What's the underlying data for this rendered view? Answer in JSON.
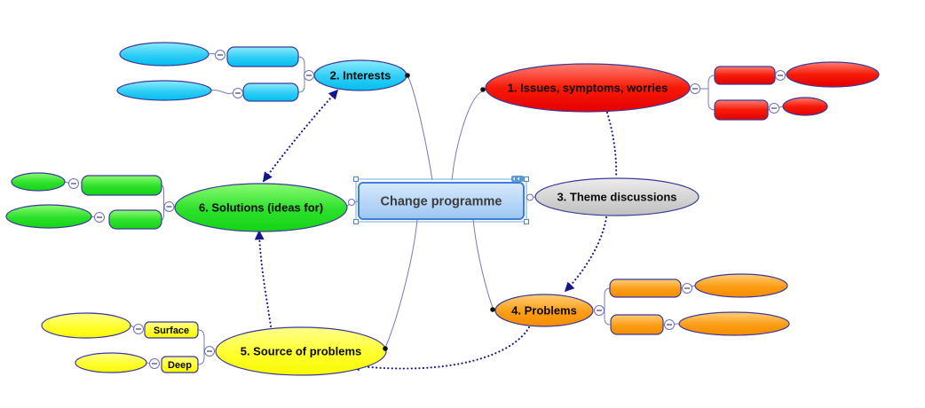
{
  "diagram": {
    "type": "mind-map",
    "center": {
      "label": "Change programme",
      "selected": true
    },
    "branches": {
      "issues": {
        "label": "1. Issues, symptoms, worries",
        "color": "#ee1500",
        "subtopics": [
          {
            "label": "",
            "child_label": ""
          },
          {
            "label": "",
            "child_label": ""
          }
        ]
      },
      "interests": {
        "label": "2. Interests",
        "color": "#00c8f5",
        "subtopics": [
          {
            "label": "",
            "child_label": ""
          },
          {
            "label": "",
            "child_label": ""
          }
        ]
      },
      "themes": {
        "label": "3. Theme discussions",
        "color": "#d6d6d6",
        "subtopics": []
      },
      "problems": {
        "label": "4. Problems",
        "color": "#ffa01e",
        "subtopics": [
          {
            "label": "",
            "child_label": ""
          },
          {
            "label": "",
            "child_label": ""
          }
        ]
      },
      "sources": {
        "label": "5. Source of problems",
        "color": "#ffff2e",
        "subtopics": [
          {
            "label": "Surface",
            "child_label": ""
          },
          {
            "label": "Deep",
            "child_label": ""
          }
        ]
      },
      "solutions": {
        "label": "6. Solutions (ideas for)",
        "color": "#2ce02c",
        "subtopics": [
          {
            "label": "",
            "child_label": ""
          },
          {
            "label": "",
            "child_label": ""
          }
        ]
      }
    },
    "relationships": [
      {
        "from": "2. Interests",
        "to": "6. Solutions (ideas for)",
        "style": "dotted",
        "arrowheads": "both"
      },
      {
        "from": "1. Issues, symptoms, worries",
        "to": "4. Problems",
        "via": "3. Theme discussions",
        "style": "dotted",
        "arrowheads": "end"
      },
      {
        "from": "4. Problems",
        "to": "5. Source of problems",
        "style": "dotted",
        "arrowheads": "end"
      },
      {
        "from": "5. Source of problems",
        "to": "6. Solutions (ideas for)",
        "style": "dotted",
        "arrowheads": "end"
      }
    ],
    "palette": {
      "center_fill": "#bcd9f8",
      "center_border": "#3f7fd6",
      "shape_outline": "#3a3a9a",
      "connector": "#7878bb",
      "relationship": "#16168c",
      "background": "#ffffff"
    }
  }
}
